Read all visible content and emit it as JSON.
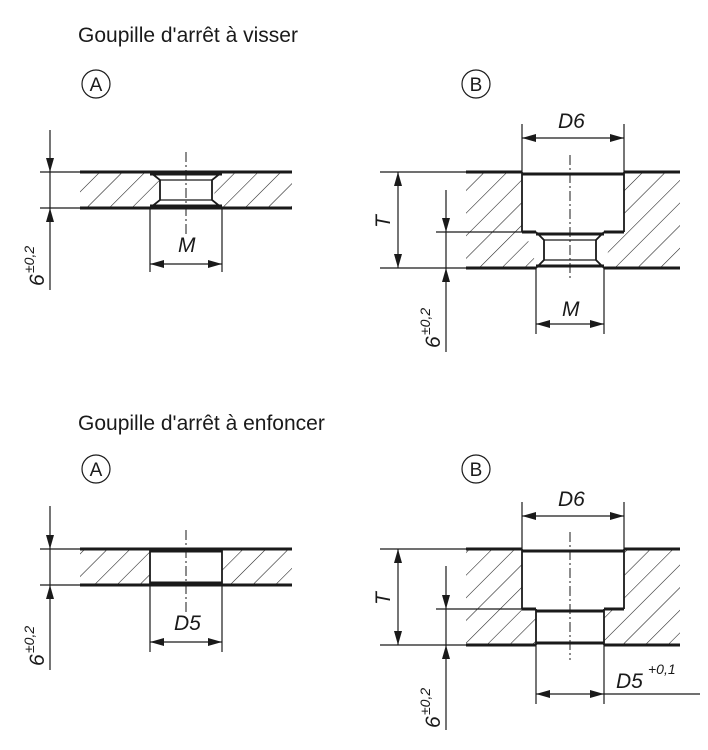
{
  "sections": [
    {
      "heading": "Goupille d'arrêt à visser",
      "variant_a": "A",
      "variant_b": "B",
      "a_depth_label": "6",
      "a_depth_tol": "±0,2",
      "a_bore_label": "M",
      "b_diameter_label": "D6",
      "b_t_label": "T",
      "b_depth_label": "6",
      "b_depth_tol": "±0,2",
      "b_bore_label": "M"
    },
    {
      "heading": "Goupille d'arrêt à enfoncer",
      "variant_a": "A",
      "variant_b": "B",
      "a_depth_label": "6",
      "a_depth_tol": "±0,2",
      "a_bore_label": "D5",
      "b_diameter_label": "D6",
      "b_t_label": "T",
      "b_depth_label": "6",
      "b_depth_tol": "±0,2",
      "b_bore_label": "D5",
      "b_bore_tol": "+0,1"
    }
  ]
}
